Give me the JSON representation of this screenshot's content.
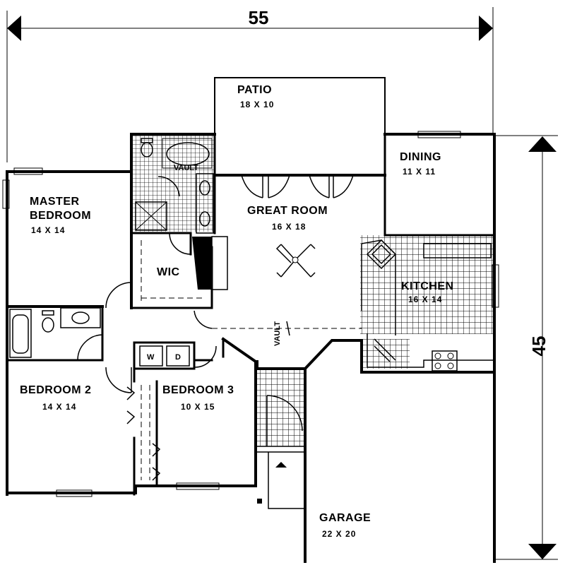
{
  "dimensions": {
    "width": "55",
    "depth": "45"
  },
  "rooms": {
    "patio": {
      "name": "PATIO",
      "size": "18 X 10"
    },
    "dining": {
      "name": "DINING",
      "size": "11 X 11"
    },
    "master": {
      "name_line1": "MASTER",
      "name_line2": "BEDROOM",
      "size": "14 X 14"
    },
    "great_room": {
      "name": "GREAT ROOM",
      "size": "16 X 18"
    },
    "kitchen": {
      "name": "KITCHEN",
      "size": "16 X 14"
    },
    "wic": {
      "name": "WIC"
    },
    "bedroom2": {
      "name": "BEDROOM 2",
      "size": "14 X 14"
    },
    "bedroom3": {
      "name": "BEDROOM 3",
      "size": "10 X 15"
    },
    "garage": {
      "name": "GARAGE",
      "size": "22 X 20"
    }
  },
  "notes": {
    "vault_bath": "VAULT",
    "vault_great": "VAULT",
    "washer": "W",
    "dryer": "D"
  }
}
